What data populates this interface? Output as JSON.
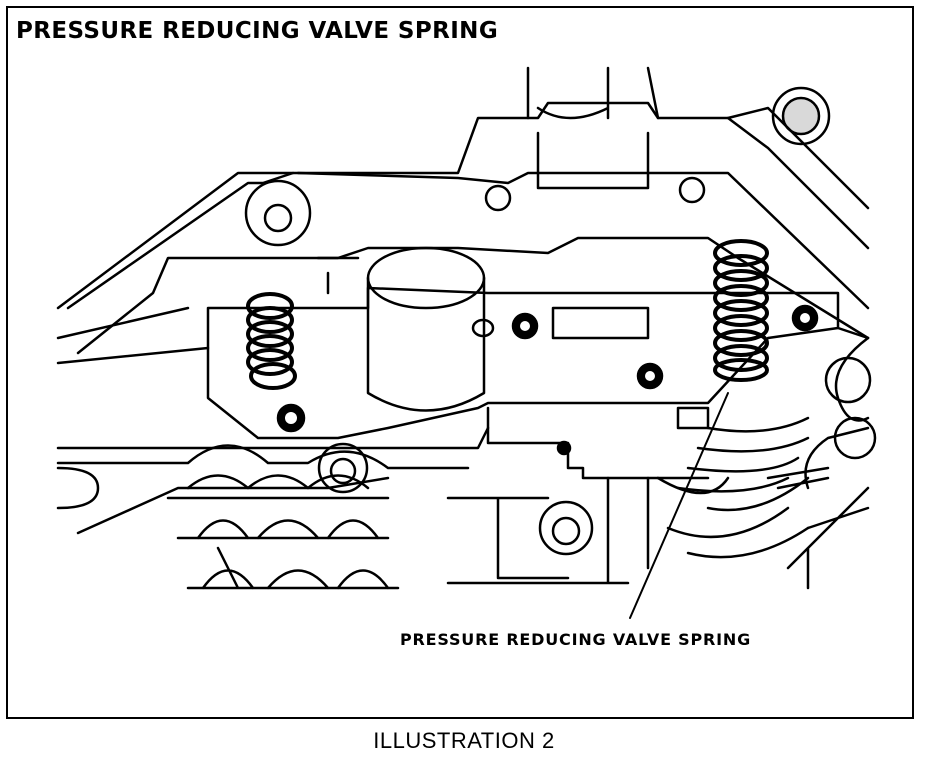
{
  "diagram": {
    "title": "PRESSURE REDUCING VALVE SPRING",
    "callout_label": "PRESSURE REDUCING VALVE SPRING",
    "caption": "ILLUSTRATION 2"
  },
  "colors": {
    "ink": "#000000",
    "paper": "#ffffff"
  }
}
